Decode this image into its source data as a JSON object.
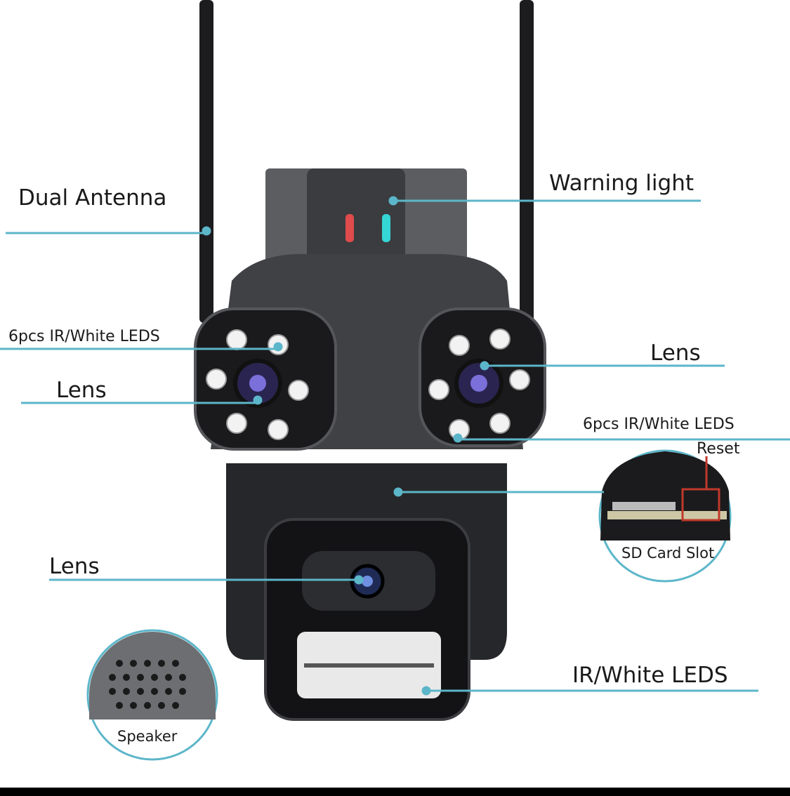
{
  "labels": {
    "dual_antenna": "Dual Antenna",
    "warning_light": "Warning light",
    "leds_left": "6pcs  IR/White LEDS",
    "lens_left": "Lens",
    "lens_right": "Lens",
    "leds_right": "6pcs  IR/White LEDS",
    "reset": "Reset",
    "sd_card_slot": "SD Card Slot",
    "lens_bottom": "Lens",
    "ir_white_leds": "IR/White LEDS",
    "speaker": "Speaker"
  },
  "colors": {
    "leader_line": "#5cb6c9",
    "body": "#2e2f33",
    "reset_box": "#c0392b"
  }
}
